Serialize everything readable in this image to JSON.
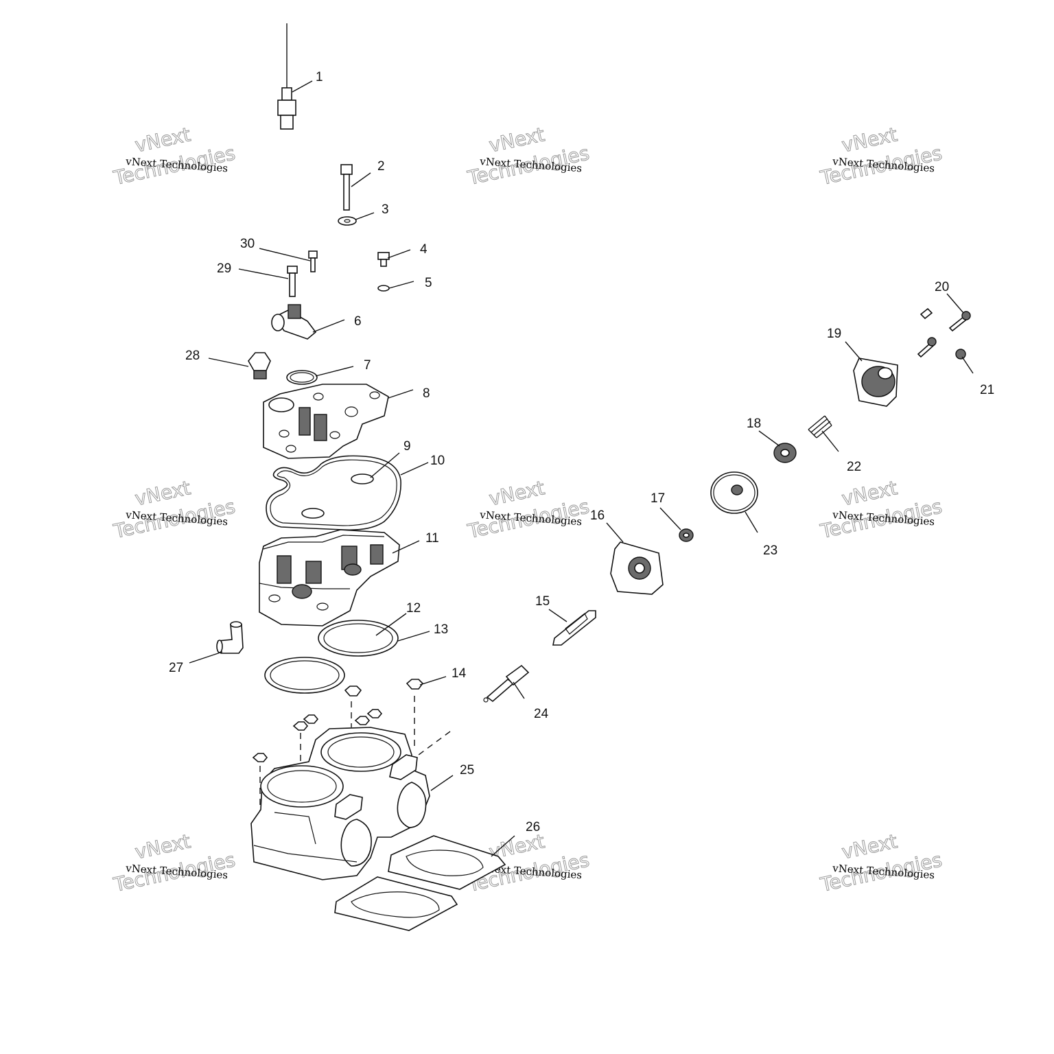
{
  "diagram": {
    "callouts": [
      "1",
      "2",
      "3",
      "4",
      "5",
      "6",
      "7",
      "8",
      "9",
      "10",
      "11",
      "12",
      "13",
      "14",
      "15",
      "16",
      "17",
      "18",
      "19",
      "20",
      "21",
      "22",
      "23",
      "24",
      "25",
      "26",
      "27",
      "28",
      "29",
      "30"
    ]
  },
  "watermark": {
    "brand": "vNext",
    "company": "vNext Technologies",
    "word": "Technologies"
  },
  "colors": {
    "line": "#111111",
    "fill_dark": "#6b6b6b",
    "watermark": "#9a9a9a"
  }
}
